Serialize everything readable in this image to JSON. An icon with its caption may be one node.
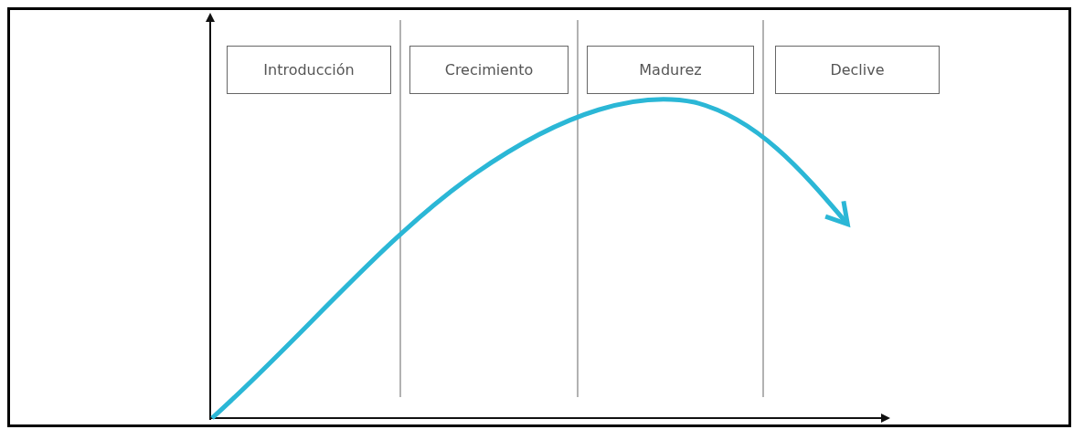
{
  "diagram": {
    "nodes": [
      {
        "text": [
          "Introducción"
        ]
      },
      {
        "text": [
          "Crecimiento"
        ]
      },
      {
        "text": [
          "Madurez"
        ]
      },
      {
        "text": [
          "Declive"
        ]
      }
    ]
  }
}
